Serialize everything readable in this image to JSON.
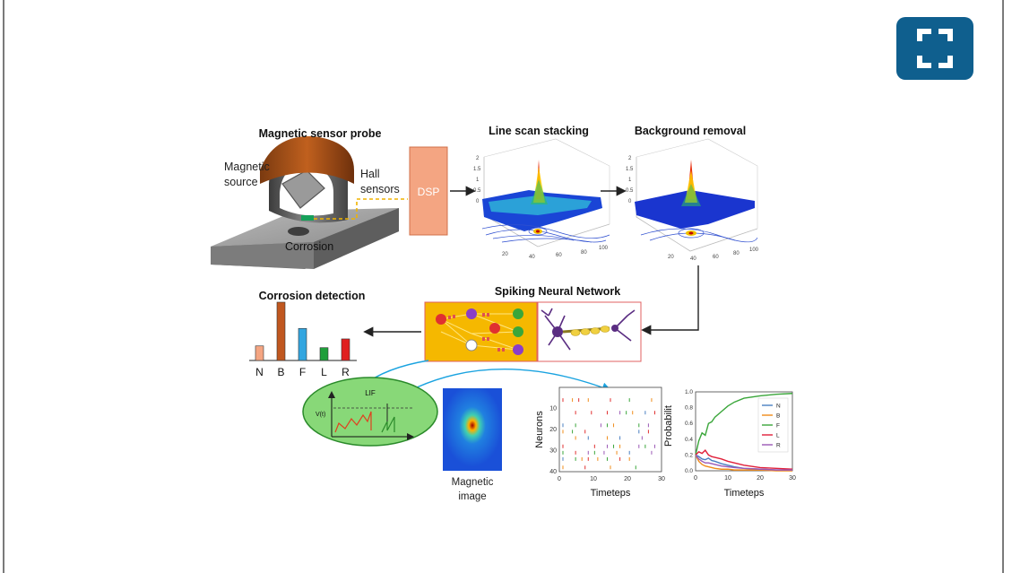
{
  "figure": {
    "probe_title": "Magnetic sensor probe",
    "magnetic_label_1": "Magnetic",
    "magnetic_label_2": "source",
    "hall_label_1": "Hall",
    "hall_label_2": "sensors",
    "corrosion_label": "Corrosion",
    "dsp_label": "DSP",
    "line_scan_title": "Line scan stacking",
    "background_title": "Background removal",
    "snn_title": "Spiking Neural Network",
    "detection_title": "Corrosion detection",
    "lif_label": "LIF",
    "vt_label": "V(t)",
    "magnetic_image_1": "Magnetic",
    "magnetic_image_2": "image",
    "raster_xlabel": "Timeteps",
    "raster_ylabel": "Neurons",
    "prob_xlabel": "Timeteps",
    "prob_ylabel": "Probabilit"
  },
  "detection_chart": {
    "categories": [
      "N",
      "B",
      "F",
      "L",
      "R"
    ],
    "values": [
      0.25,
      1.0,
      0.55,
      0.22,
      0.37
    ],
    "colors": [
      "#f4a582",
      "#c0571f",
      "#33a6e0",
      "#1f9e3a",
      "#e02020"
    ]
  },
  "raster_chart": {
    "xticks": [
      "0",
      "10",
      "20",
      "30"
    ],
    "yticks": [
      "10",
      "20",
      "30",
      "40"
    ]
  },
  "chart_data": {
    "type": "line",
    "xlabel": "Timeteps",
    "ylabel": "Probabilit",
    "xlim": [
      0,
      30
    ],
    "ylim": [
      0,
      1.0
    ],
    "xticks": [
      "0",
      "10",
      "20",
      "30"
    ],
    "yticks": [
      "0.0",
      "0.2",
      "0.4",
      "0.6",
      "0.8",
      "1.0"
    ],
    "x": [
      0,
      1,
      2,
      3,
      4,
      5,
      6,
      8,
      10,
      12,
      15,
      20,
      25,
      30
    ],
    "series": [
      {
        "name": "N",
        "color": "#4a7fc1",
        "values": [
          0.2,
          0.18,
          0.15,
          0.14,
          0.16,
          0.13,
          0.12,
          0.09,
          0.07,
          0.05,
          0.03,
          0.02,
          0.01,
          0.01
        ]
      },
      {
        "name": "B",
        "color": "#f08c1a",
        "values": [
          0.2,
          0.12,
          0.08,
          0.06,
          0.05,
          0.04,
          0.03,
          0.02,
          0.02,
          0.01,
          0.01,
          0.01,
          0.0,
          0.0
        ]
      },
      {
        "name": "F",
        "color": "#3aa63a",
        "values": [
          0.2,
          0.38,
          0.48,
          0.45,
          0.6,
          0.62,
          0.68,
          0.75,
          0.82,
          0.87,
          0.92,
          0.95,
          0.97,
          0.98
        ]
      },
      {
        "name": "L",
        "color": "#e0203a",
        "values": [
          0.2,
          0.24,
          0.22,
          0.26,
          0.2,
          0.18,
          0.17,
          0.15,
          0.12,
          0.1,
          0.07,
          0.04,
          0.03,
          0.02
        ]
      },
      {
        "name": "R",
        "color": "#9b59b6",
        "values": [
          0.2,
          0.15,
          0.12,
          0.1,
          0.1,
          0.09,
          0.08,
          0.06,
          0.05,
          0.04,
          0.03,
          0.02,
          0.01,
          0.01
        ]
      }
    ]
  }
}
